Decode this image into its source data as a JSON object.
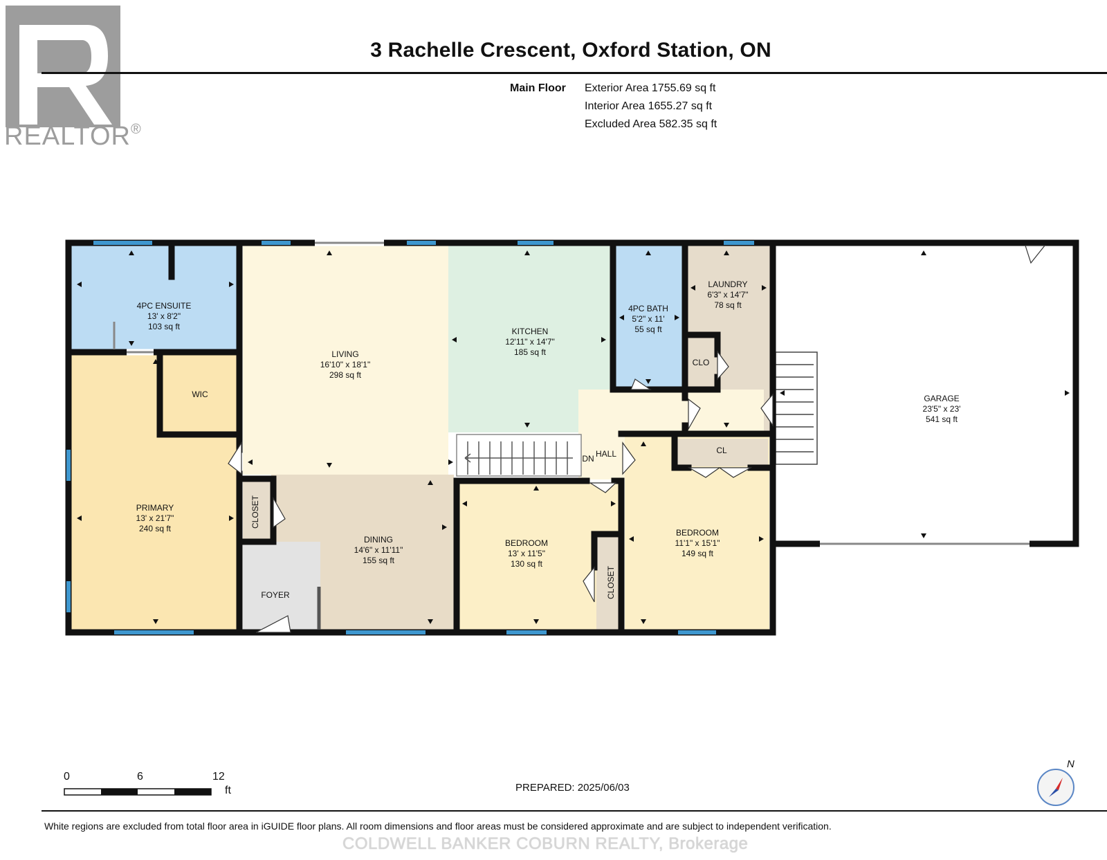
{
  "header": {
    "title": "3 Rachelle Crescent, Oxford Station, ON",
    "floor_label": "Main Floor",
    "exterior_area": "Exterior Area 1755.69 sq ft",
    "interior_area": "Interior Area 1655.27 sq ft",
    "excluded_area": "Excluded Area 582.35 sq ft"
  },
  "logo": {
    "wordmark": "REALTOR",
    "mark": "®",
    "icon": "realtor-r-logo-icon"
  },
  "rooms": {
    "ensuite": {
      "name": "4PC ENSUITE",
      "dims": "13' x 8'2\"",
      "area": "103 sq ft"
    },
    "living": {
      "name": "LIVING",
      "dims": "16'10\" x 18'1\"",
      "area": "298 sq ft"
    },
    "kitchen": {
      "name": "KITCHEN",
      "dims": "12'11\" x 14'7\"",
      "area": "185 sq ft"
    },
    "bath": {
      "name": "4PC BATH",
      "dims": "5'2\" x 11'",
      "area": "55 sq ft"
    },
    "laundry": {
      "name": "LAUNDRY",
      "dims": "6'3\" x 14'7\"",
      "area": "78 sq ft"
    },
    "clo": {
      "name": "CLO"
    },
    "wic": {
      "name": "WIC"
    },
    "garage": {
      "name": "GARAGE",
      "dims": "23'5\" x 23'",
      "area": "541 sq ft"
    },
    "hall": {
      "name": "HALL"
    },
    "dn": {
      "name": "DN"
    },
    "cl": {
      "name": "CL"
    },
    "primary": {
      "name": "PRIMARY",
      "dims": "13' x 21'7\"",
      "area": "240 sq ft"
    },
    "closet1": {
      "name": "CLOSET"
    },
    "dining": {
      "name": "DINING",
      "dims": "14'6\" x 11'11\"",
      "area": "155 sq ft"
    },
    "bedroom1": {
      "name": "BEDROOM",
      "dims": "13' x 11'5\"",
      "area": "130 sq ft"
    },
    "closet2": {
      "name": "CLOSET"
    },
    "bedroom2": {
      "name": "BEDROOM",
      "dims": "11'1\" x 15'1\"",
      "area": "149 sq ft"
    },
    "foyer": {
      "name": "FOYER"
    }
  },
  "scale_bar": {
    "labels": [
      "0",
      "6",
      "12"
    ],
    "unit": "ft"
  },
  "prepared": "PREPARED: 2025/06/03",
  "compass": {
    "label": "N",
    "icon": "north-arrow-icon"
  },
  "footer": {
    "disclaimer": "White regions are excluded from total floor area in iGUIDE floor plans. All room dimensions and floor areas must be considered approximate and are subject to independent verification.",
    "brokerage": "COLDWELL BANKER COBURN REALTY, Brokerage"
  },
  "colors": {
    "ensuite_bath": "#bcdcf3",
    "living": "#fdf6de",
    "kitchen": "#def0e2",
    "laundry_wic_cl": "#e6dccb",
    "primary": "#fbe6b1",
    "dining": "#e8dcc7",
    "bedrooms": "#fcefc7",
    "hall": "#fdf6de",
    "foyer": "#e3e3e3",
    "wall": "#111111",
    "window": "#3e97cf"
  }
}
